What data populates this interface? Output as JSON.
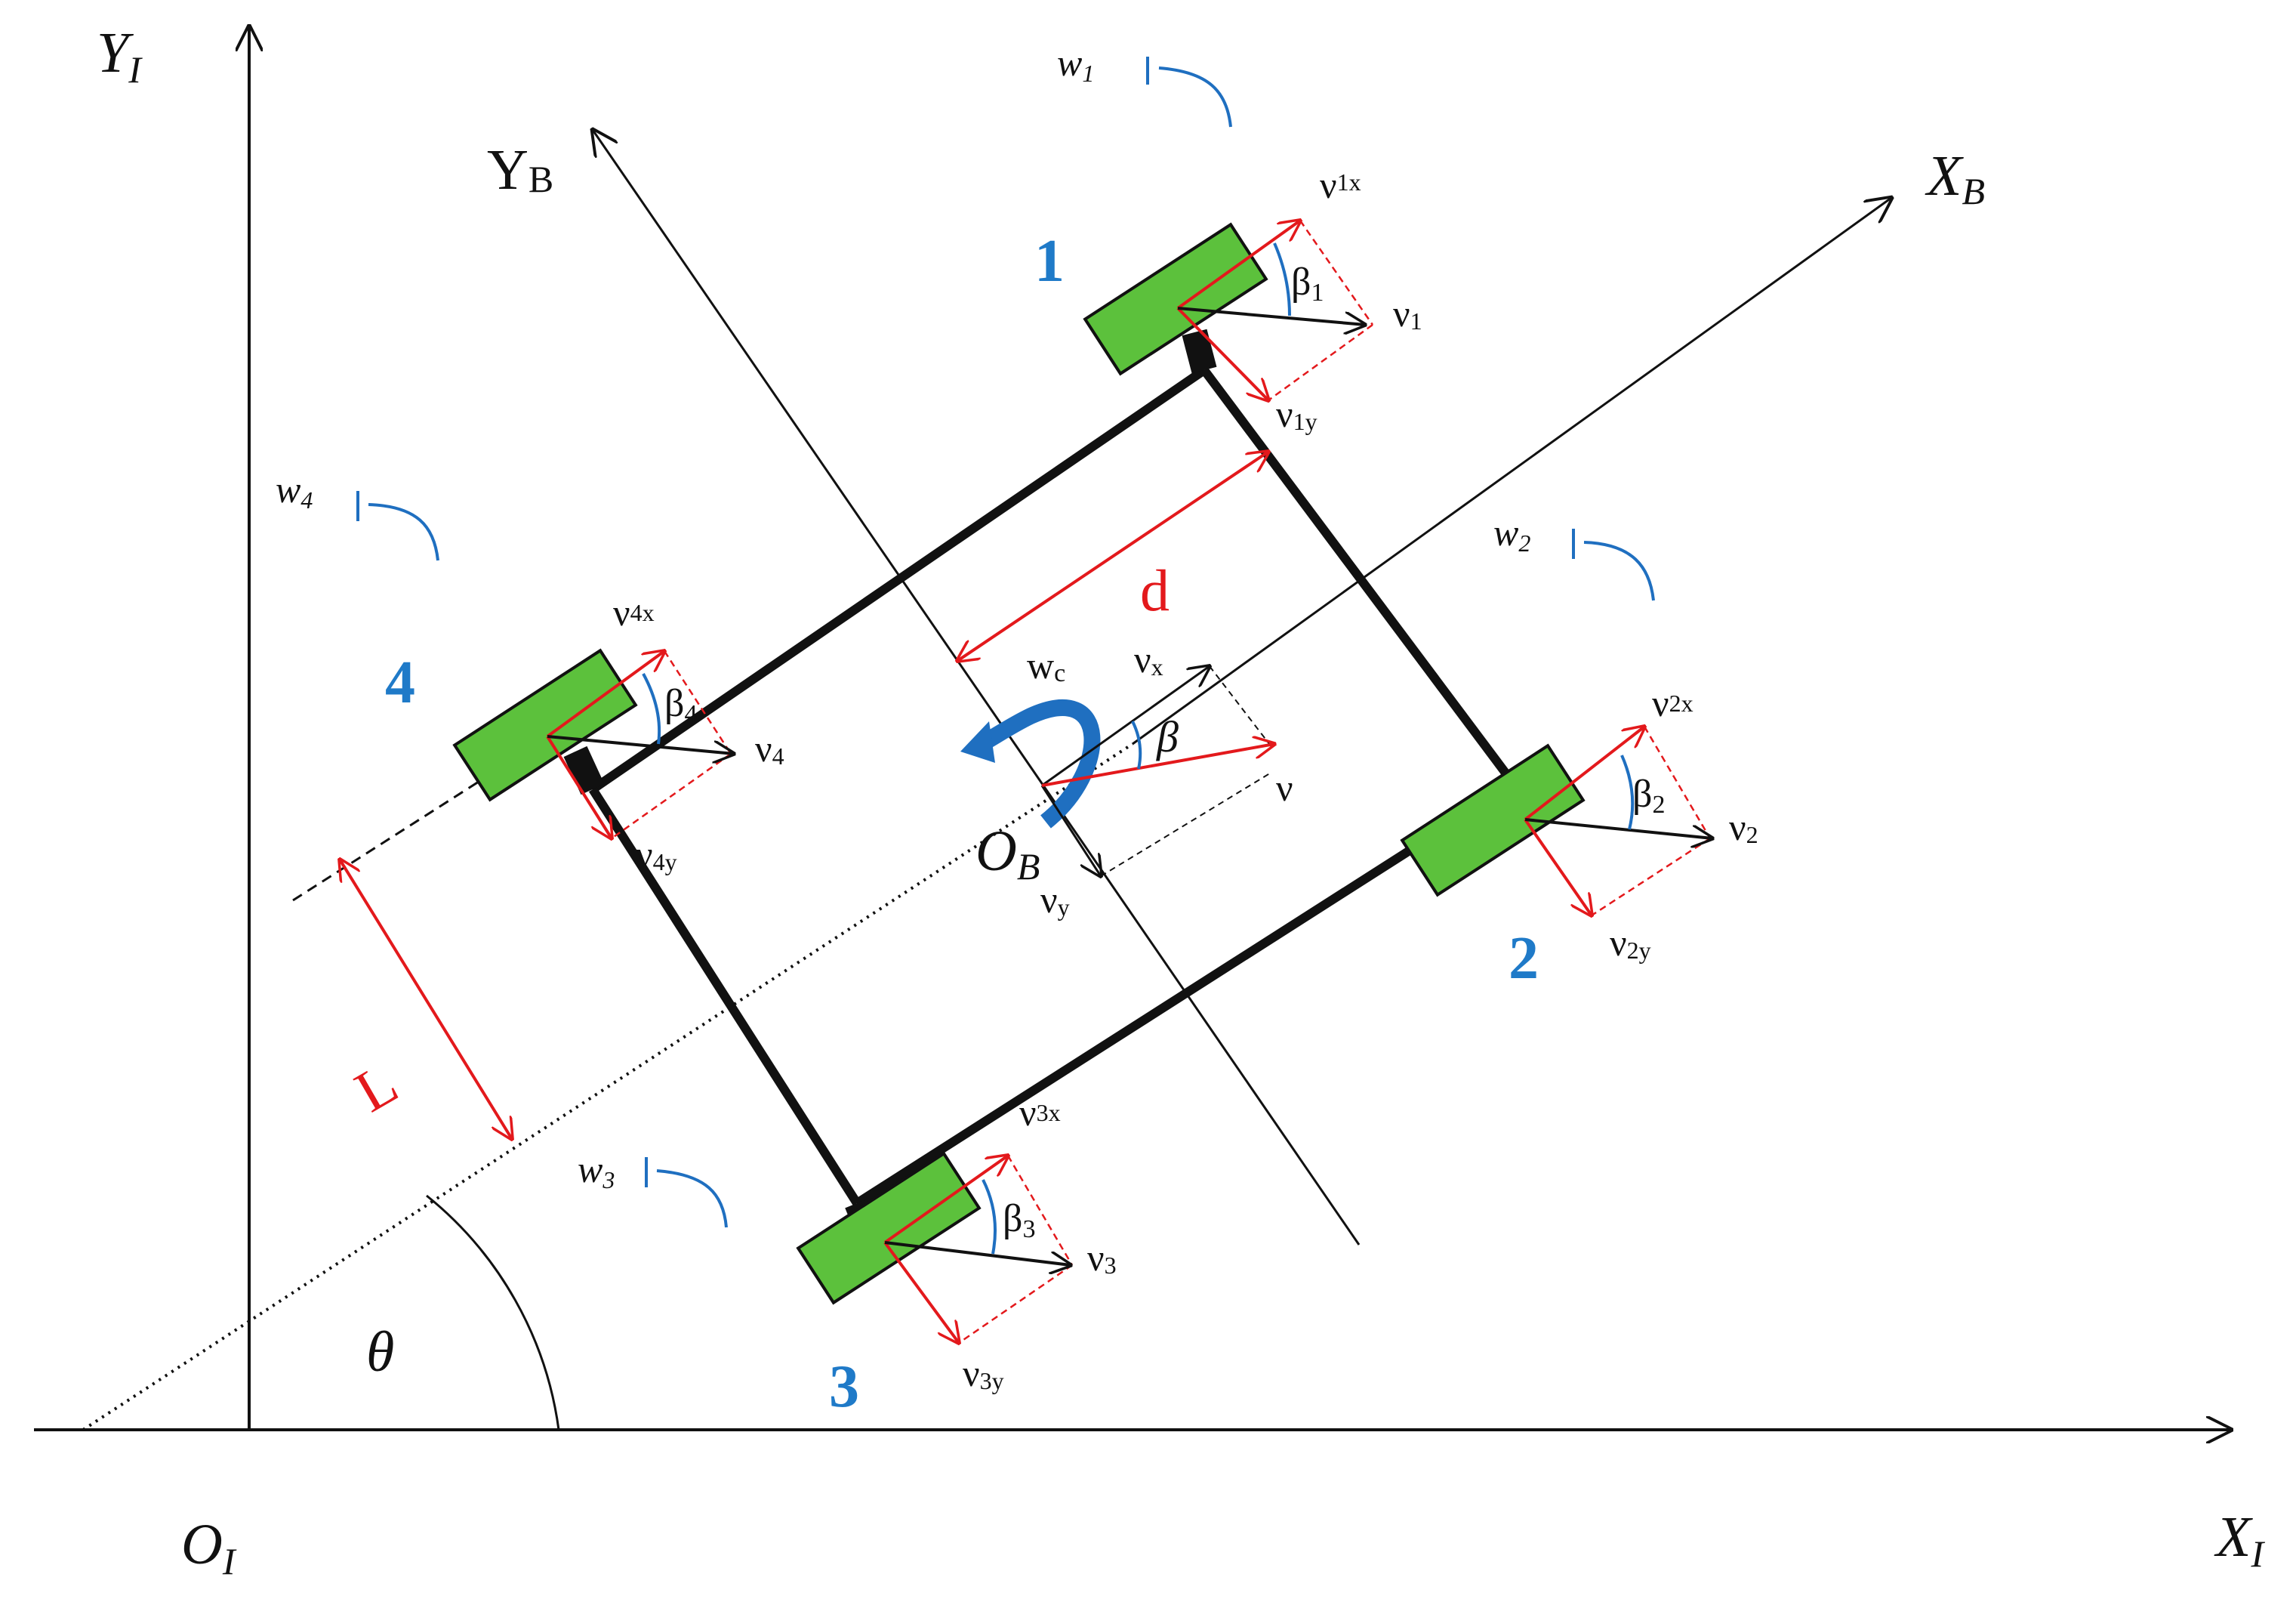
{
  "colors": {
    "axis": "#111111",
    "wheel_fill": "#5cc13c",
    "vector_red": "#e3191c",
    "accent_blue": "#1f6fc0",
    "label_blue": "#1f7ac8"
  },
  "inertial_frame": {
    "x_axis": "X",
    "x_sub": "I",
    "y_axis": "Y",
    "y_sub": "I",
    "origin": "O",
    "origin_sub": "I"
  },
  "body_frame": {
    "x_axis": "X",
    "x_sub": "B",
    "y_axis": "Y",
    "y_sub": "B",
    "origin": "O",
    "origin_sub": "B"
  },
  "heading_angle": "θ",
  "dimensions": {
    "track": "d",
    "wheelbase": "L"
  },
  "body_motion": {
    "w": "w",
    "w_sub": "c",
    "v": "ν",
    "vx": "ν",
    "vx_sub": "x",
    "vy": "ν",
    "vy_sub": "y",
    "beta": "β"
  },
  "wheels": [
    {
      "id": "1",
      "v": "ν",
      "v_sub": "1",
      "vx_sub": "1x",
      "vy_sub": "1y",
      "beta": "β",
      "beta_sub": "1",
      "w": "w",
      "w_sub": "1"
    },
    {
      "id": "2",
      "v": "ν",
      "v_sub": "2",
      "vx_sub": "2x",
      "vy_sub": "2y",
      "beta": "β",
      "beta_sub": "2",
      "w": "w",
      "w_sub": "2"
    },
    {
      "id": "3",
      "v": "ν",
      "v_sub": "3",
      "vx_sub": "3x",
      "vy_sub": "3y",
      "beta": "β",
      "beta_sub": "3",
      "w": "w",
      "w_sub": "3"
    },
    {
      "id": "4",
      "v": "ν",
      "v_sub": "4",
      "vx_sub": "4x",
      "vy_sub": "4y",
      "beta": "β",
      "beta_sub": "4",
      "w": "w",
      "w_sub": "4"
    }
  ]
}
